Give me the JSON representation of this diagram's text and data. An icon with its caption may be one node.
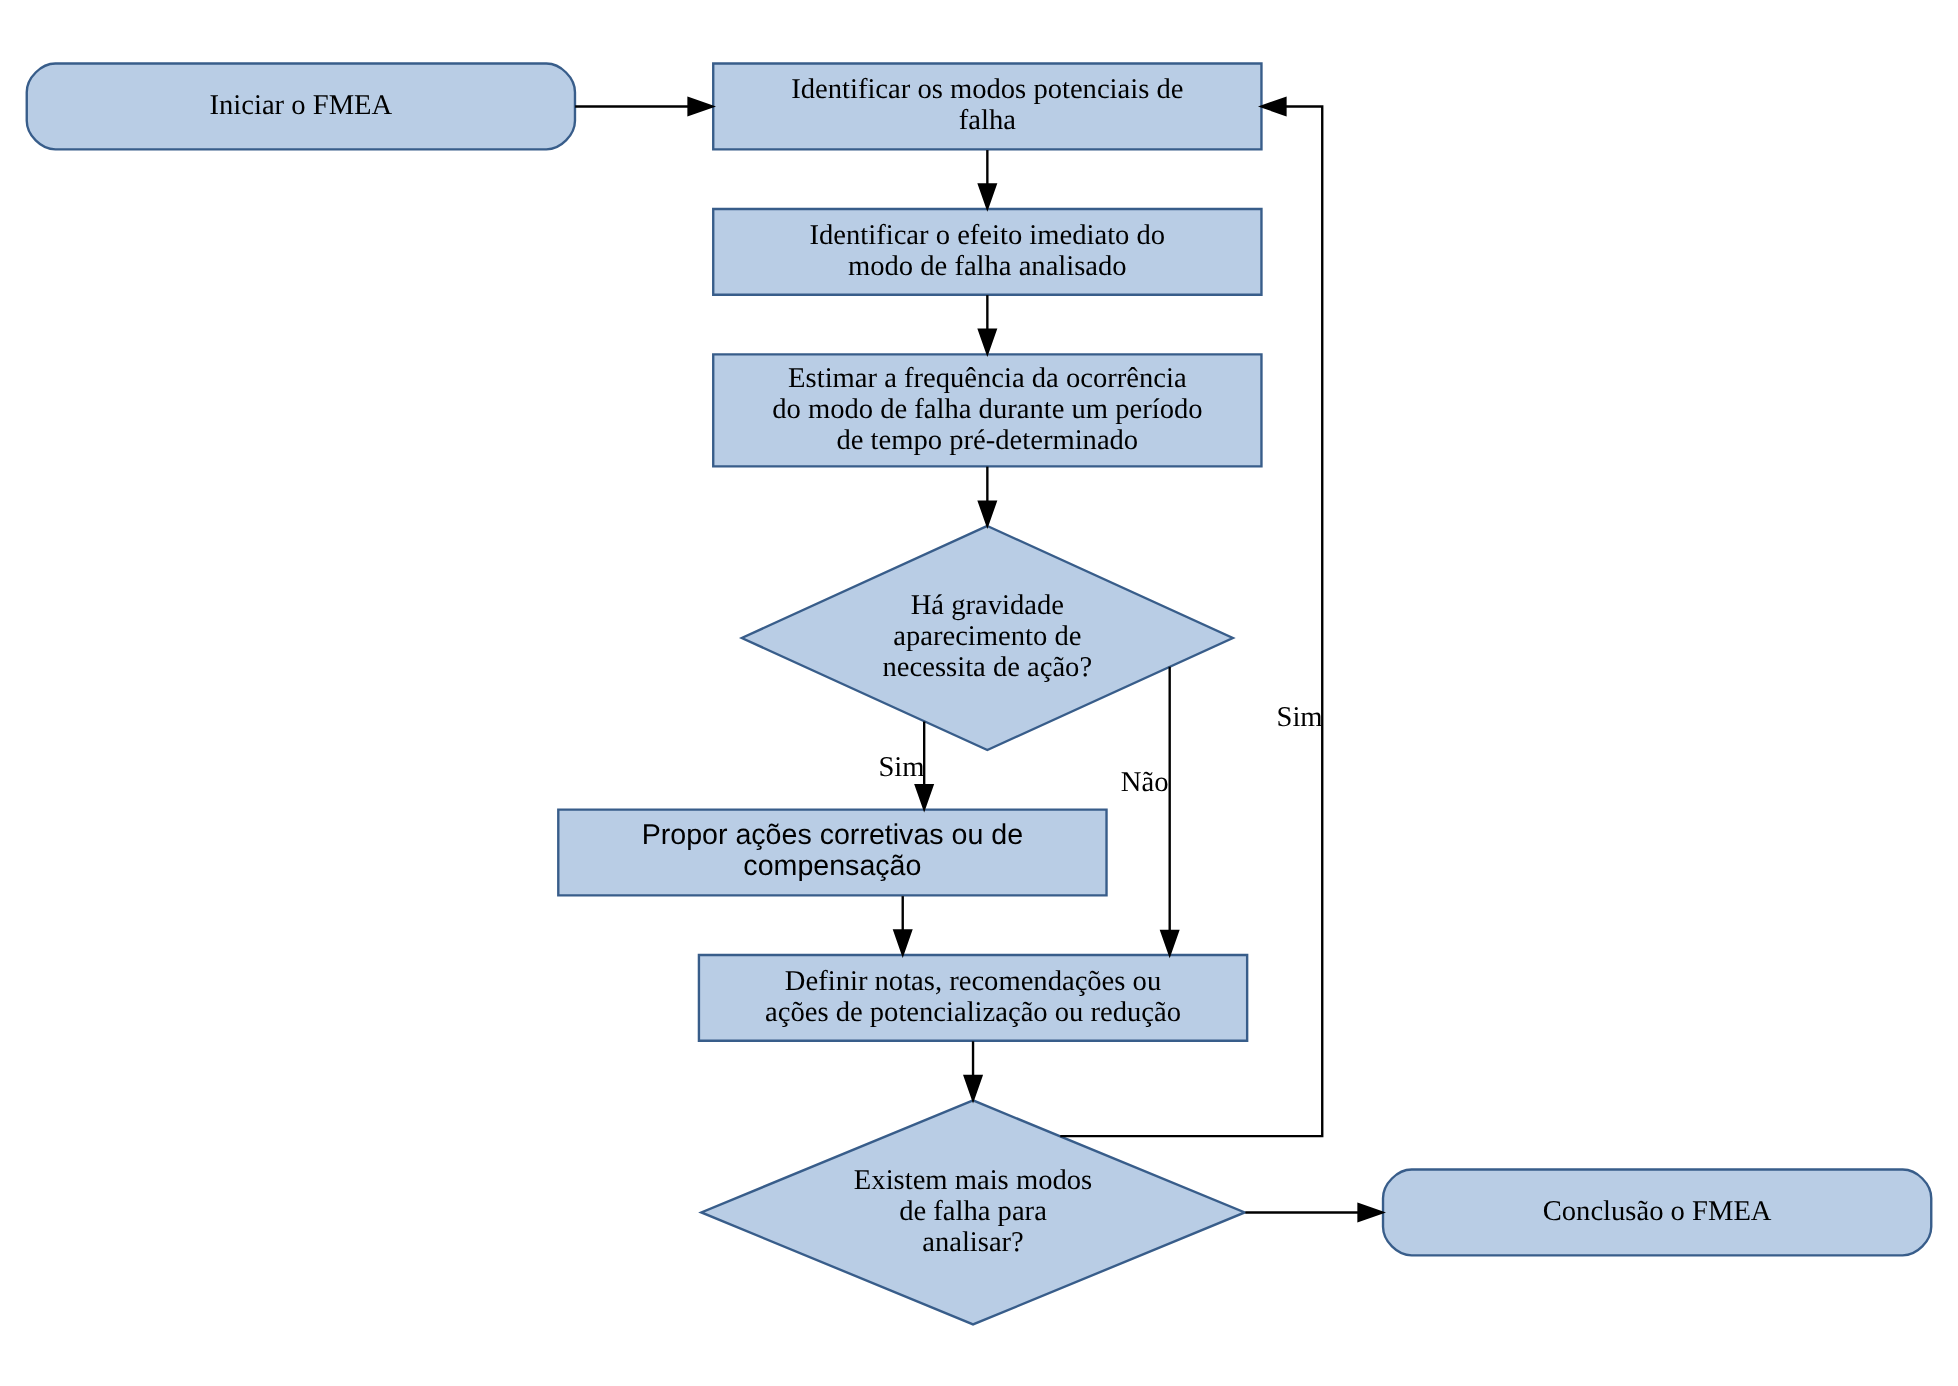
{
  "diagram": {
    "nodes": [
      {
        "text": [
          "Identificar os modos potenciais de falha"
        ]
      },
      {
        "text": [
          "Iniciar o FMEA"
        ]
      },
      {
        "text": [
          "Identificar o efeito imediato do modo de falha analisado"
        ]
      },
      {
        "text": [
          "Estimar a frequência da ocorrência do modo de falha durante um período de tempo pré-determinado"
        ]
      },
      {
        "text": [
          "Há gravidade aparecimento de necessita de ação?"
        ]
      },
      {
        "text": [
          "Propor ações corretivas ou de compensação"
        ]
      },
      {
        "text": [
          "Definir notas, recomendações ou ações de potencialização ou redução"
        ]
      },
      {
        "text": [
          "Existem mais modos de falha para analisar?"
        ]
      },
      {
        "text": [
          "Conclusão o FMEA"
        ]
      }
    ],
    "edges": [
      {
        "from": 1,
        "to": 0,
        "arrow": "to"
      },
      {
        "from": 0,
        "to": 2,
        "arrow": "to"
      },
      {
        "from": 2,
        "to": 3,
        "arrow": "to"
      },
      {
        "from": 3,
        "to": 4,
        "arrow": "to"
      },
      {
        "from": 4,
        "to": 5,
        "arrow": "to",
        "label": "Sim"
      },
      {
        "from": 4,
        "to": 6,
        "arrow": "to",
        "label": "Não"
      },
      {
        "from": 5,
        "to": 6,
        "arrow": "to"
      },
      {
        "from": 6,
        "to": 7,
        "arrow": "to"
      },
      {
        "from": 7,
        "to": 0,
        "arrow": "to",
        "label": "Sim"
      },
      {
        "from": 7,
        "to": 8,
        "arrow": "to"
      }
    ]
  }
}
